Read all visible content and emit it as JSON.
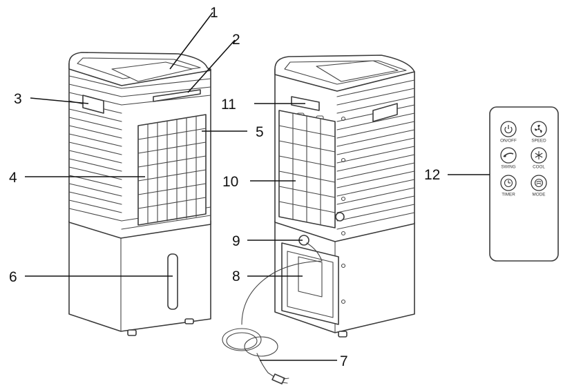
{
  "callouts": [
    {
      "id": "1",
      "label": "1"
    },
    {
      "id": "2",
      "label": "2"
    },
    {
      "id": "3",
      "label": "3"
    },
    {
      "id": "4",
      "label": "4"
    },
    {
      "id": "5",
      "label": "5"
    },
    {
      "id": "6",
      "label": "6"
    },
    {
      "id": "7",
      "label": "7"
    },
    {
      "id": "8",
      "label": "8"
    },
    {
      "id": "9",
      "label": "9"
    },
    {
      "id": "10",
      "label": "10"
    },
    {
      "id": "11",
      "label": "11"
    },
    {
      "id": "12",
      "label": "12"
    }
  ],
  "remote": {
    "buttons": [
      {
        "label": "ON/OFF",
        "icon": "power-icon"
      },
      {
        "label": "SPEED",
        "icon": "fan-icon"
      },
      {
        "label": "SWING",
        "icon": "swing-icon"
      },
      {
        "label": "COOL",
        "icon": "snowflake-icon"
      },
      {
        "label": "TIMER",
        "icon": "clock-icon"
      },
      {
        "label": "MODE",
        "icon": "mode-icon"
      }
    ]
  }
}
